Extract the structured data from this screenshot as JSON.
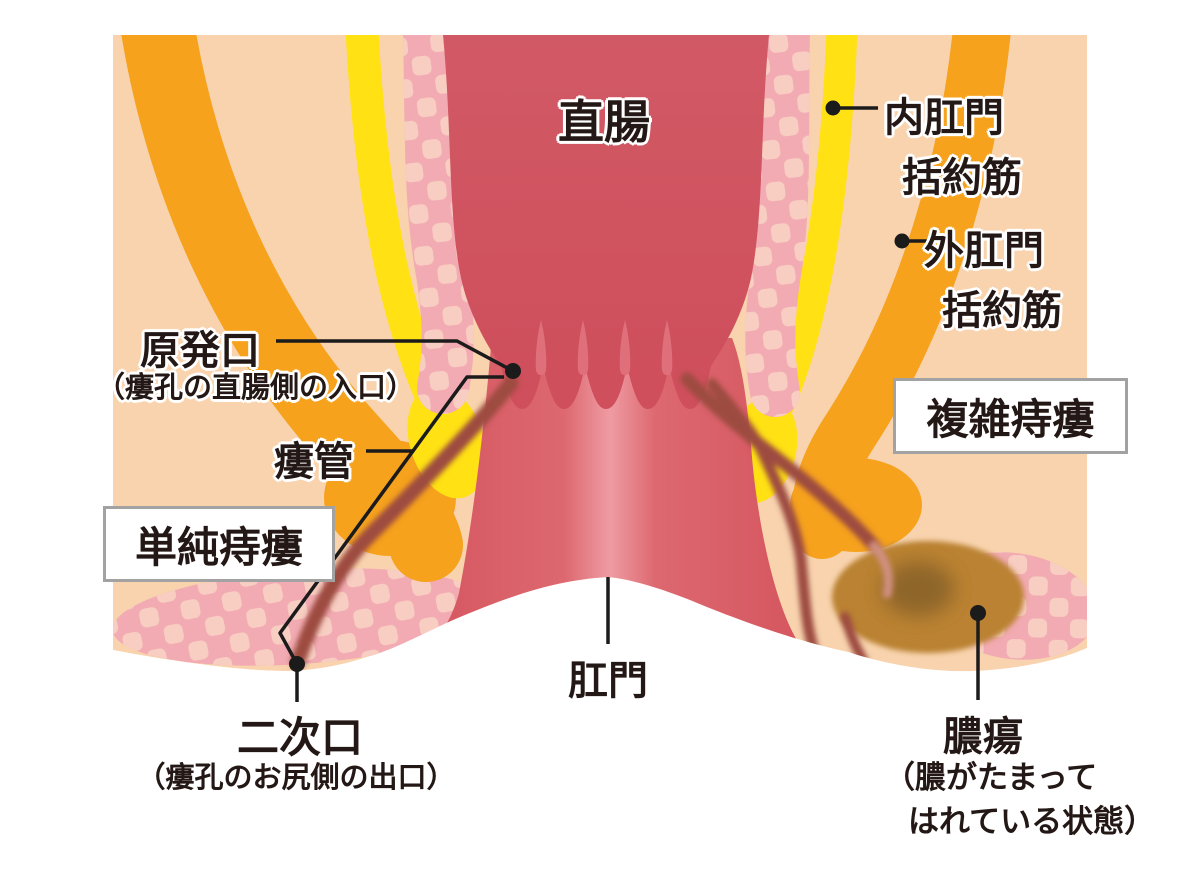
{
  "figure": {
    "labels": {
      "rectum": "直腸",
      "internal_sphincter": {
        "line1": "内肛門",
        "line2": "括約筋"
      },
      "external_sphincter": {
        "line1": "外肛門",
        "line2": "括約筋"
      },
      "primary_opening": {
        "main": "原発口",
        "sub": "（瘻孔の直腸側の入口）"
      },
      "fistula_tract": "瘻管",
      "simple_fistula": "単純痔瘻",
      "complex_fistula": "複雑痔瘻",
      "anus": "肛門",
      "secondary_opening": {
        "main": "二次口",
        "sub": "（瘻孔のお尻側の出口）"
      },
      "abscess": {
        "main": "膿瘍",
        "sub_line1": "（膿がたまって",
        "sub_line2": "はれている状態）"
      }
    },
    "colors": {
      "skin": "#f8d3ae",
      "internal_sphincter_yellow": "#ffe114",
      "external_sphincter_orange": "#f6a21d",
      "rectum_red": "#d15360",
      "anal_canal_highlight": "#ef9ba3",
      "cushion_pink": "#f2abb2",
      "cushion_square": "#f8cdc2",
      "fistula_tract": "#9d4b41",
      "abscess_brown": "#ba8231",
      "abscess_core": "#7d5a26",
      "leader_line": "#1b1b1b",
      "box_border": "#a2a2a2",
      "text": "#231815"
    }
  }
}
